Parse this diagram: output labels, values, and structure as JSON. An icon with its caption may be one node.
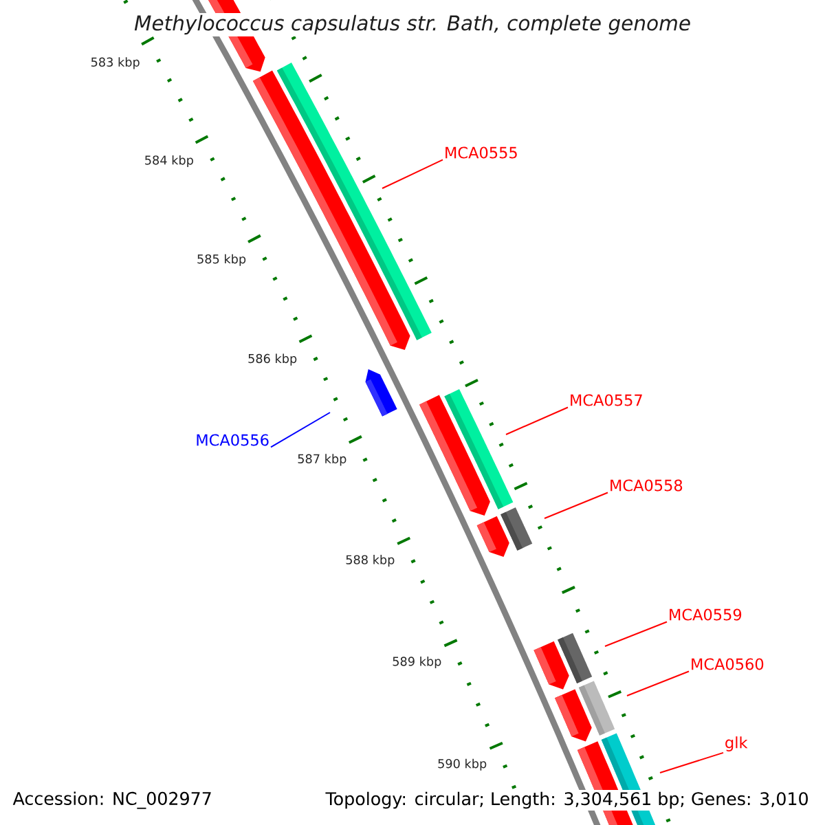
{
  "diagram": {
    "title": "Methylococcus capsulatus str. Bath, complete genome",
    "nodes": [
      {
        "text": [
          "MCA0555"
        ]
      },
      {
        "text": [
          "MCA0557"
        ]
      },
      {
        "text": [
          "MCA0556"
        ]
      },
      {
        "text": [
          "MCA0558"
        ]
      },
      {
        "text": [
          "MCA0559"
        ]
      },
      {
        "text": [
          "MCA0560"
        ]
      },
      {
        "text": [
          "glk"
        ]
      }
    ],
    "edges": [
      {
        "from": 0,
        "to": null,
        "arrow": "none"
      },
      {
        "from": 1,
        "to": null,
        "arrow": "none"
      },
      {
        "from": 2,
        "to": null,
        "arrow": "none",
        "color": "#0000ff"
      },
      {
        "from": 3,
        "to": null,
        "arrow": "none"
      },
      {
        "from": 4,
        "to": null,
        "arrow": "none"
      },
      {
        "from": 5,
        "to": null,
        "arrow": "none"
      },
      {
        "from": 6,
        "to": null,
        "arrow": "none"
      }
    ],
    "labels": [
      "583 kbp",
      "584 kbp",
      "585 kbp",
      "586 kbp",
      "587 kbp",
      "588 kbp",
      "589 kbp",
      "590 kbp",
      "Accession: NC_002977",
      "Topology: circular; Length: 3,304,561 bp; Genes: 3,010"
    ]
  }
}
